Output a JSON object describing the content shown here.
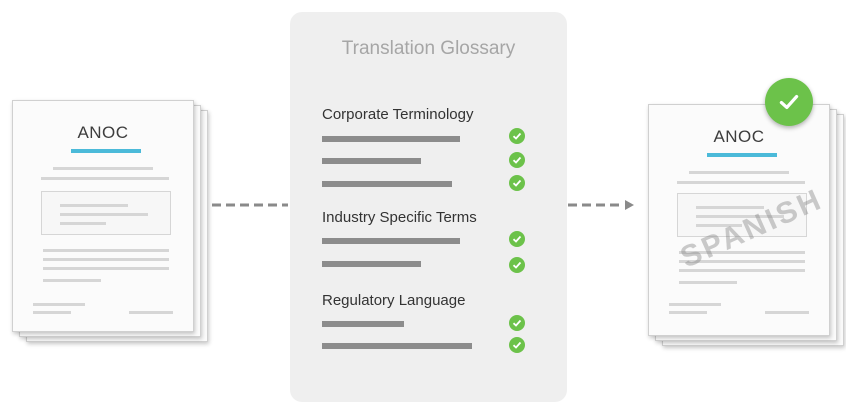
{
  "source_document": {
    "title": "ANOC"
  },
  "target_document": {
    "title": "ANOC",
    "stamp": "SPANISH"
  },
  "glossary": {
    "title": "Translation Glossary",
    "sections": [
      {
        "heading": "Corporate Terminology",
        "term_count": 3
      },
      {
        "heading": "Industry Specific Terms",
        "term_count": 2
      },
      {
        "heading": "Regulatory Language",
        "term_count": 2
      }
    ]
  },
  "colors": {
    "accent_blue": "#4bbad9",
    "check_green": "#6cc24a",
    "panel_gray": "#efefef",
    "term_bar": "#8c8c8c"
  },
  "icons": [
    "check-icon",
    "approved-check-icon",
    "arrow-right-icon"
  ]
}
